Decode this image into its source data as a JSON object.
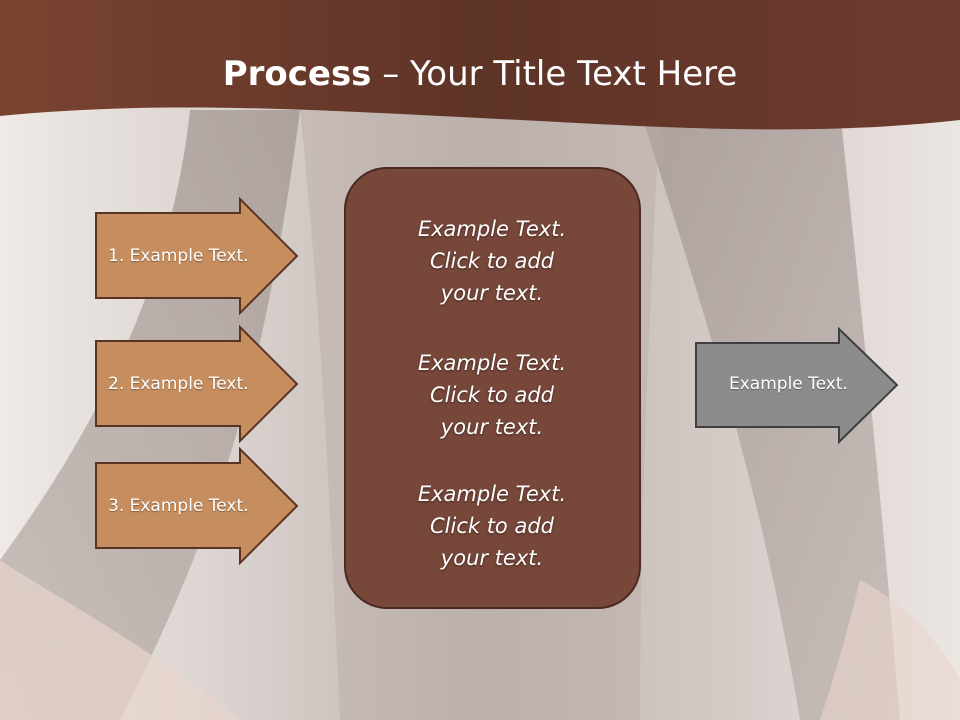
{
  "title": {
    "bold": "Process",
    "rest": " – Your Title Text Here"
  },
  "left_arrows": [
    {
      "label": "1. Example Text."
    },
    {
      "label": "2. Example Text."
    },
    {
      "label": "3. Example Text."
    }
  ],
  "center_box": {
    "blocks": [
      {
        "lines": [
          "Example Text.",
          "Click  to add",
          "your text."
        ]
      },
      {
        "lines": [
          "Example Text.",
          "Click  to add",
          "your text."
        ]
      },
      {
        "lines": [
          "Example Text.",
          "Click  to add",
          "your text."
        ]
      }
    ]
  },
  "right_arrow": {
    "label": "Example Text."
  },
  "colors": {
    "header": "#6b3a2c",
    "left_arrow_fill": "#c68d5e",
    "center_box_fill": "#77473a",
    "right_arrow_fill": "#8c8c8c"
  }
}
